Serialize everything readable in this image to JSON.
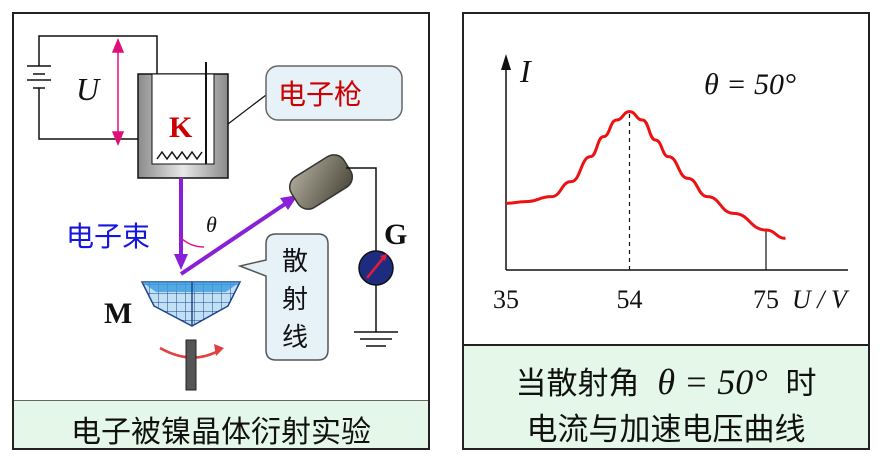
{
  "left": {
    "voltage_label": "U",
    "cathode_label": "K",
    "gun_label": "电子枪",
    "beam_label": "电子束",
    "angle_symbol": "θ",
    "scatter_chars": [
      "散",
      "射",
      "线"
    ],
    "galvanometer_label": "G",
    "crystal_label": "M",
    "caption": "电子被镍晶体衍射实验"
  },
  "right": {
    "annotation": "θ = 50°",
    "caption_line1_prefix": "当散射角",
    "caption_line1_formula": "θ = 50°",
    "caption_line1_suffix": "时",
    "caption_line2": "电流与加速电压曲线"
  },
  "chart_data": {
    "type": "line",
    "title": "",
    "xlabel": "U / V",
    "ylabel": "I",
    "x_ticks": [
      "35",
      "54",
      "75"
    ],
    "series": [
      {
        "x": [
          35,
          38,
          42,
          45,
          48,
          50,
          52,
          54,
          56,
          58,
          60,
          63,
          66,
          70,
          75,
          78
        ],
        "y": [
          0.4,
          0.41,
          0.44,
          0.53,
          0.68,
          0.8,
          0.9,
          0.95,
          0.9,
          0.78,
          0.68,
          0.55,
          0.44,
          0.34,
          0.24,
          0.19
        ]
      }
    ],
    "peak_x": 54,
    "ylim": [
      0,
      1.2
    ],
    "color": "#ee1111"
  }
}
